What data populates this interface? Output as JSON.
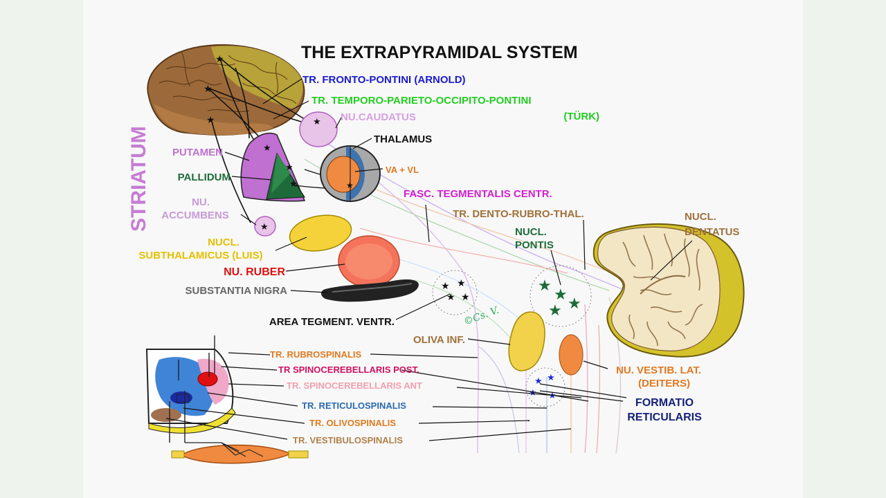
{
  "title": "THE EXTRAPYRAMIDAL SYSTEM",
  "side_label": "STRIATUM",
  "copyright": "©Cs. V.",
  "colors": {
    "background": "#eef3ee",
    "panel": "#f8f8f8",
    "blue": "#1a1acc",
    "green": "#22cc22",
    "violet": "#c070d0",
    "magenta": "#d020d0",
    "dark_green": "#1d6b3a",
    "orange": "#e07a20",
    "yellow": "#d4b400",
    "red": "#e01010",
    "gray": "#666666",
    "brown": "#a0703a",
    "navy": "#15207a"
  },
  "labels": {
    "fronto_pontini": "TR. FRONTO-PONTINI (ARNOLD)",
    "temporo_line1": "TR. TEMPORO-PARIETO-OCCIPITO-PONTINI",
    "temporo_line2": "(TÜRK)",
    "caudatus": "NU.CAUDATUS",
    "thalamus": "THALAMUS",
    "va_vl": "VA + VL",
    "putamen": "PUTAMEN",
    "pallidum": "PALLIDUM",
    "accumbens_line1": "NU.",
    "accumbens_line2": "ACCUMBENS",
    "subthal_line1": "NUCL.",
    "subthal_line2": "SUBTHALAMICUS (LUIS)",
    "ruber": "NU. RUBER",
    "nigra": "SUBSTANTIA NIGRA",
    "area_tegment": "AREA TEGMENT. VENTR.",
    "fasc_tegment": "FASC. TEGMENTALIS CENTR.",
    "dento_rubro": "TR. DENTO-RUBRO-THAL.",
    "pontis_line1": "NUCL.",
    "pontis_line2": "PONTIS",
    "dentatus_line1": "NUCL.",
    "dentatus_line2": "DENTATUS",
    "oliva": "OLIVA INF.",
    "vestib_line1": "NU. VESTIB. LAT.",
    "vestib_line2": "(DEITERS)",
    "formatio_line1": "FORMATIO",
    "formatio_line2": "RETICULARIS",
    "rubrospinalis": "TR. RUBROSPINALIS",
    "spinocereb_post": "TR SPINOCEREBELLARIS POST.",
    "spinocereb_ant": "TR. SPINOCEREBELLARIS ANT",
    "reticulospinalis": "TR. RETICULOSPINALIS",
    "olivospinalis": "TR. OLIVOSPINALIS",
    "vestibulospinalis": "TR. VESTIBULOSPINALIS"
  }
}
